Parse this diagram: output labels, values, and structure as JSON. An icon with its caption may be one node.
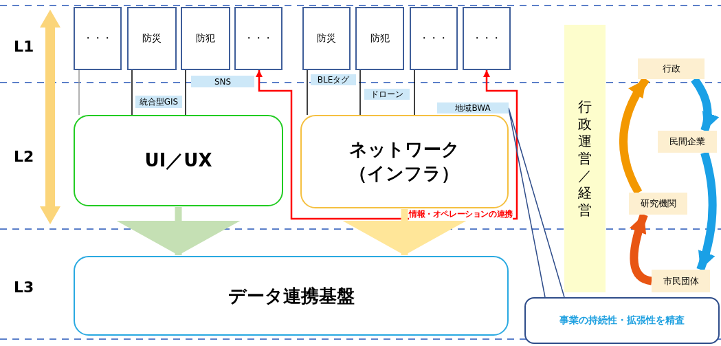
{
  "diagram": {
    "nodes": [
      {
        "text": [
          "・・・"
        ]
      },
      {
        "text": [
          "防災"
        ]
      },
      {
        "text": [
          "防犯"
        ]
      },
      {
        "text": [
          "・・・"
        ]
      },
      {
        "text": [
          "防災"
        ]
      },
      {
        "text": [
          "防犯"
        ]
      },
      {
        "text": [
          "・・・"
        ]
      },
      {
        "text": [
          "・・・"
        ]
      },
      {
        "text": [
          "UI／UX"
        ]
      },
      {
        "text": [
          "ネットワーク（インフラ）"
        ]
      },
      {
        "text": [
          "データ連携基盤"
        ]
      },
      {
        "text": [
          "SNS"
        ]
      },
      {
        "text": [
          "統合型GIS"
        ]
      },
      {
        "text": [
          "BLEタグ"
        ]
      },
      {
        "text": [
          "ドローン"
        ]
      },
      {
        "text": [
          "地域BWA"
        ]
      },
      {
        "text": [
          "行政運営／経営"
        ]
      },
      {
        "text": [
          "行政"
        ]
      },
      {
        "text": [
          "民間企業"
        ]
      },
      {
        "text": [
          "研究機関"
        ]
      },
      {
        "text": [
          "市民団体"
        ]
      },
      {
        "text": [
          "事業の持続性・拡張性を精査"
        ]
      }
    ],
    "edges": [
      {
        "from": 0,
        "to": 8,
        "arrow": "none",
        "color": "#999999"
      },
      {
        "from": 1,
        "to": 8,
        "arrow": "none"
      },
      {
        "from": 2,
        "to": 8,
        "arrow": "none"
      },
      {
        "from": 4,
        "to": 9,
        "arrow": "none"
      },
      {
        "from": 5,
        "to": 9,
        "arrow": "none"
      },
      {
        "from": 6,
        "to": 9,
        "arrow": "none"
      },
      {
        "from": 3,
        "to": 7,
        "arrow": "both",
        "label": "情報・オペレーションの連携",
        "color": "#ff0000"
      },
      {
        "from": 8,
        "to": 10,
        "arrow": "to",
        "style": "thick",
        "color": "#c5e0b4"
      },
      {
        "from": 9,
        "to": 10,
        "arrow": "to",
        "style": "thick",
        "color": "#ffe699"
      },
      {
        "from": 19,
        "to": 17,
        "arrow": "to",
        "style": "thick",
        "color": "#f39800"
      },
      {
        "from": 17,
        "to": 18,
        "arrow": "to",
        "style": "thick",
        "color": "#1aa0e6"
      },
      {
        "from": 18,
        "to": 20,
        "arrow": "to",
        "style": "thick",
        "color": "#1aa0e6"
      },
      {
        "from": 20,
        "to": 19,
        "arrow": "to",
        "style": "thick",
        "color": "#e85513"
      },
      {
        "from": 21,
        "to": 15,
        "arrow": "none",
        "color": "#2f4d8a"
      }
    ],
    "labels": [
      "L1",
      "L2",
      "L3"
    ]
  }
}
